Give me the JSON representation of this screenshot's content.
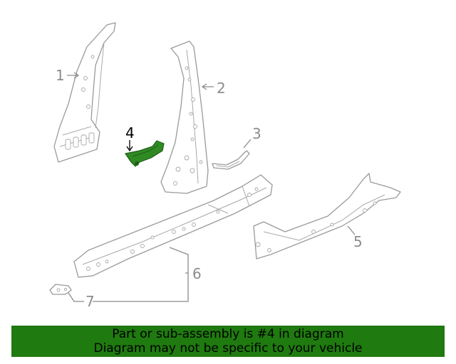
{
  "callouts": {
    "c1": "1",
    "c2": "2",
    "c3": "3",
    "c4": "4",
    "c5": "5",
    "c6": "6",
    "c7": "7"
  },
  "highlighted_part": "4",
  "colors": {
    "highlight_fill": "#2f8a23",
    "banner_background": "#1f7a0f",
    "line_art": "#9a9a9a"
  },
  "banner": {
    "line1": "Part or sub-assembly is #4 in diagram",
    "line2": "Diagram may not be specific to your vehicle"
  }
}
